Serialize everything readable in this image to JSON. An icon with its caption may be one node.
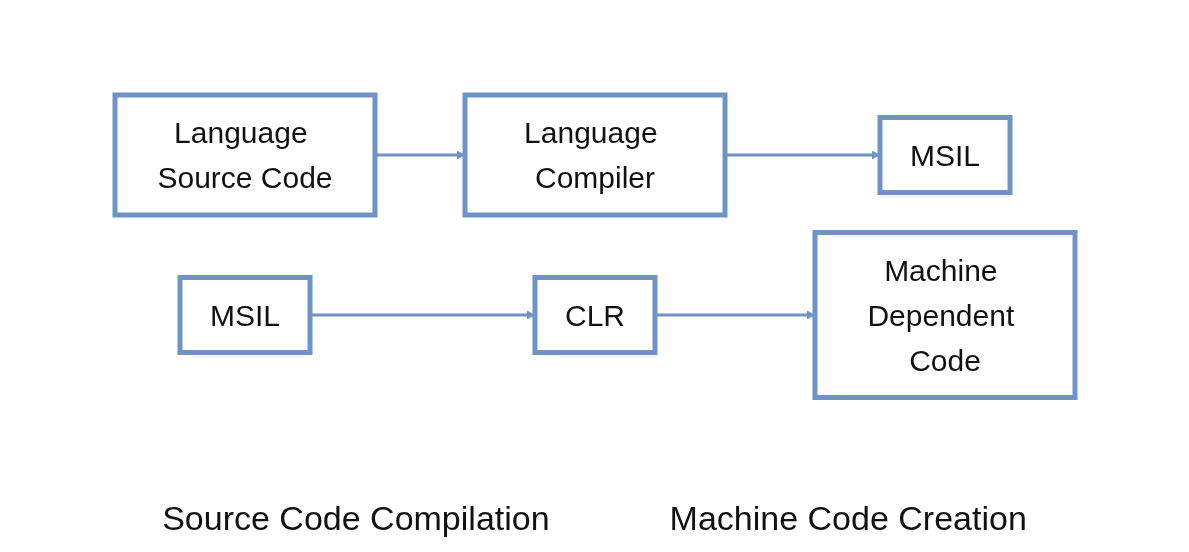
{
  "diagram": {
    "nodes": [
      {
        "text": [
          "Language Source Code"
        ]
      },
      {
        "text": [
          "Language Compiler"
        ]
      },
      {
        "text": [
          "MSIL"
        ]
      },
      {
        "text": [
          "MSIL"
        ]
      },
      {
        "text": [
          "CLR"
        ]
      },
      {
        "text": [
          "Machine Dependent Code"
        ]
      }
    ],
    "edges": [
      {
        "from": 0,
        "to": 1,
        "arrow": "to"
      },
      {
        "from": 1,
        "to": 2,
        "arrow": "to"
      },
      {
        "from": 3,
        "to": 4,
        "arrow": "to"
      },
      {
        "from": 4,
        "to": 5,
        "arrow": "to"
      }
    ],
    "labels": [
      "Source Code Compilation",
      "Machine Code Creation"
    ]
  }
}
